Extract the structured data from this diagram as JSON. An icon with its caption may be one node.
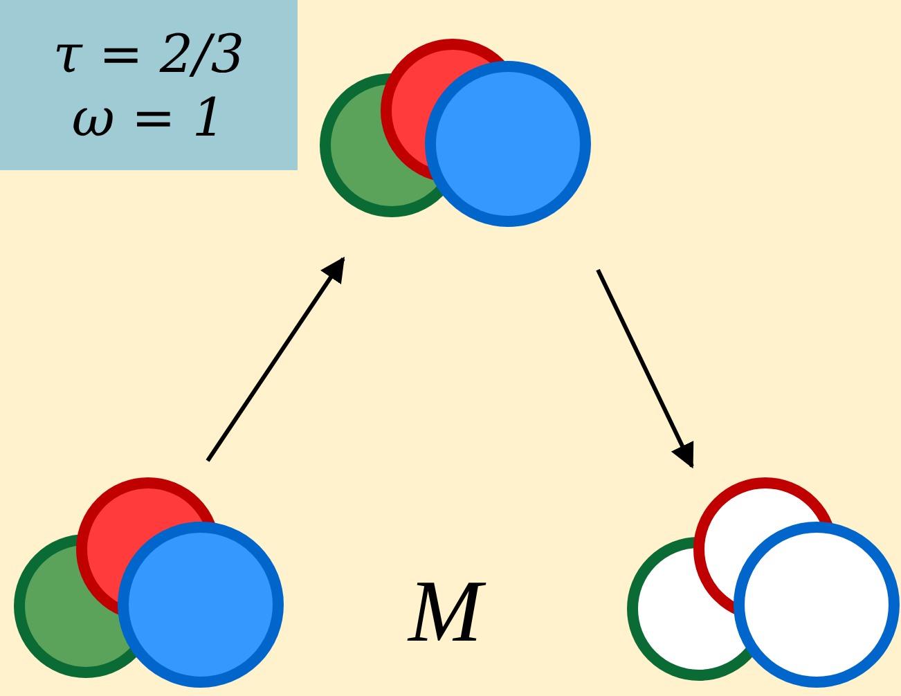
{
  "diagram": {
    "nodes": [
      {
        "text": [
          "τ = 2/3",
          "ω = 1"
        ]
      },
      {
        "text": [],
        "shape": "circle"
      },
      {
        "text": [],
        "shape": "circle"
      },
      {
        "text": [],
        "shape": "circle"
      }
    ],
    "edges": [
      {
        "from": 2,
        "to": 1,
        "arrow": "to"
      },
      {
        "from": 1,
        "to": 3,
        "arrow": "to"
      }
    ],
    "labels": [
      "M"
    ]
  }
}
